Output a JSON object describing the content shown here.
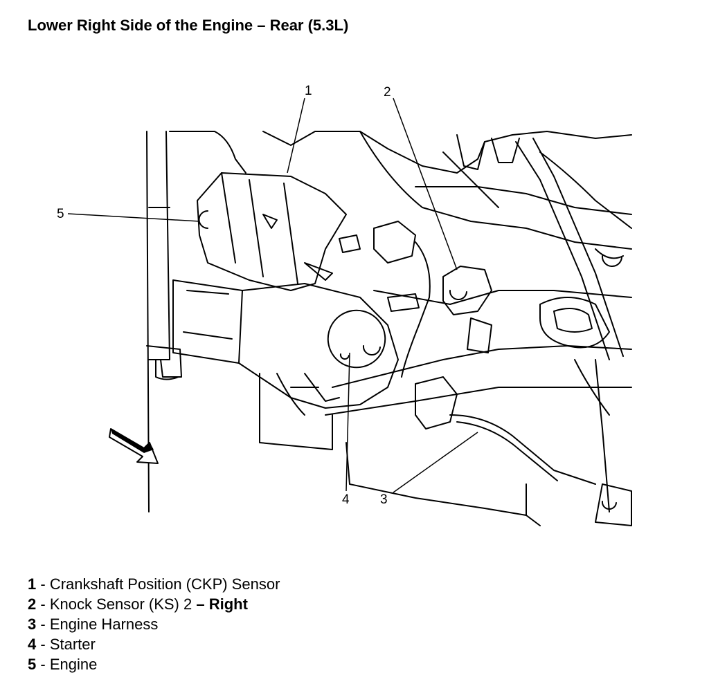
{
  "title": "Lower Right Side of the Engine – Rear (5.3L)",
  "callouts": [
    "1",
    "2",
    "3",
    "4",
    "5"
  ],
  "legend": [
    {
      "num": "1",
      "sep": " - ",
      "text": "Crankshaft Position (CKP) Sensor",
      "suffix": ""
    },
    {
      "num": "2",
      "sep": " - ",
      "text": "Knock Sensor (KS) 2 ",
      "suffix": "– Right"
    },
    {
      "num": "3",
      "sep": " - ",
      "text": "Engine Harness",
      "suffix": ""
    },
    {
      "num": "4",
      "sep": " - ",
      "text": "Starter",
      "suffix": ""
    },
    {
      "num": "5",
      "sep": " - ",
      "text": "Engine",
      "suffix": ""
    }
  ]
}
